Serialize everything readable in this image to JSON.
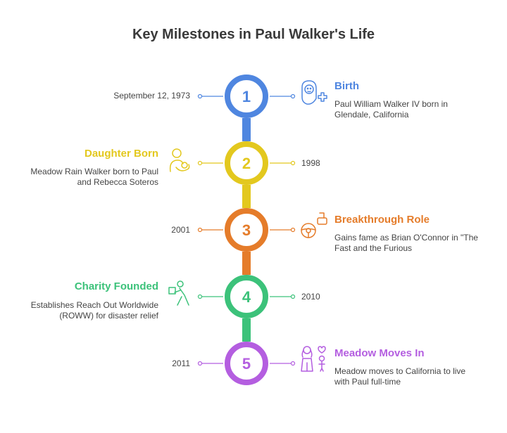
{
  "title": "Key Milestones in Paul Walker's Life",
  "milestones": [
    {
      "number": "1",
      "date": "September 12, 1973",
      "heading": "Birth",
      "description": "Paul William Walker IV born in Glendale, California",
      "color": "#4f86e0",
      "icon": "baby-icon"
    },
    {
      "number": "2",
      "date": "1998",
      "heading": "Daughter Born",
      "description": "Meadow Rain Walker born to Paul and Rebecca Soteros",
      "color": "#e3c81e",
      "icon": "parent-child-icon"
    },
    {
      "number": "3",
      "date": "2001",
      "heading": "Breakthrough Role",
      "description": "Gains fame as Brian O'Connor in \"The Fast and the Furious",
      "color": "#e57c2a",
      "icon": "steering-wheel-icon"
    },
    {
      "number": "4",
      "date": "2010",
      "heading": "Charity Founded",
      "description": "Establishes Reach Out Worldwide (ROWW) for disaster relief",
      "color": "#3cc27a",
      "icon": "helping-person-icon"
    },
    {
      "number": "5",
      "date": "2011",
      "heading": "Meadow Moves In",
      "description": "Meadow moves to California to live with Paul full-time",
      "color": "#b45ee0",
      "icon": "family-icon"
    }
  ]
}
